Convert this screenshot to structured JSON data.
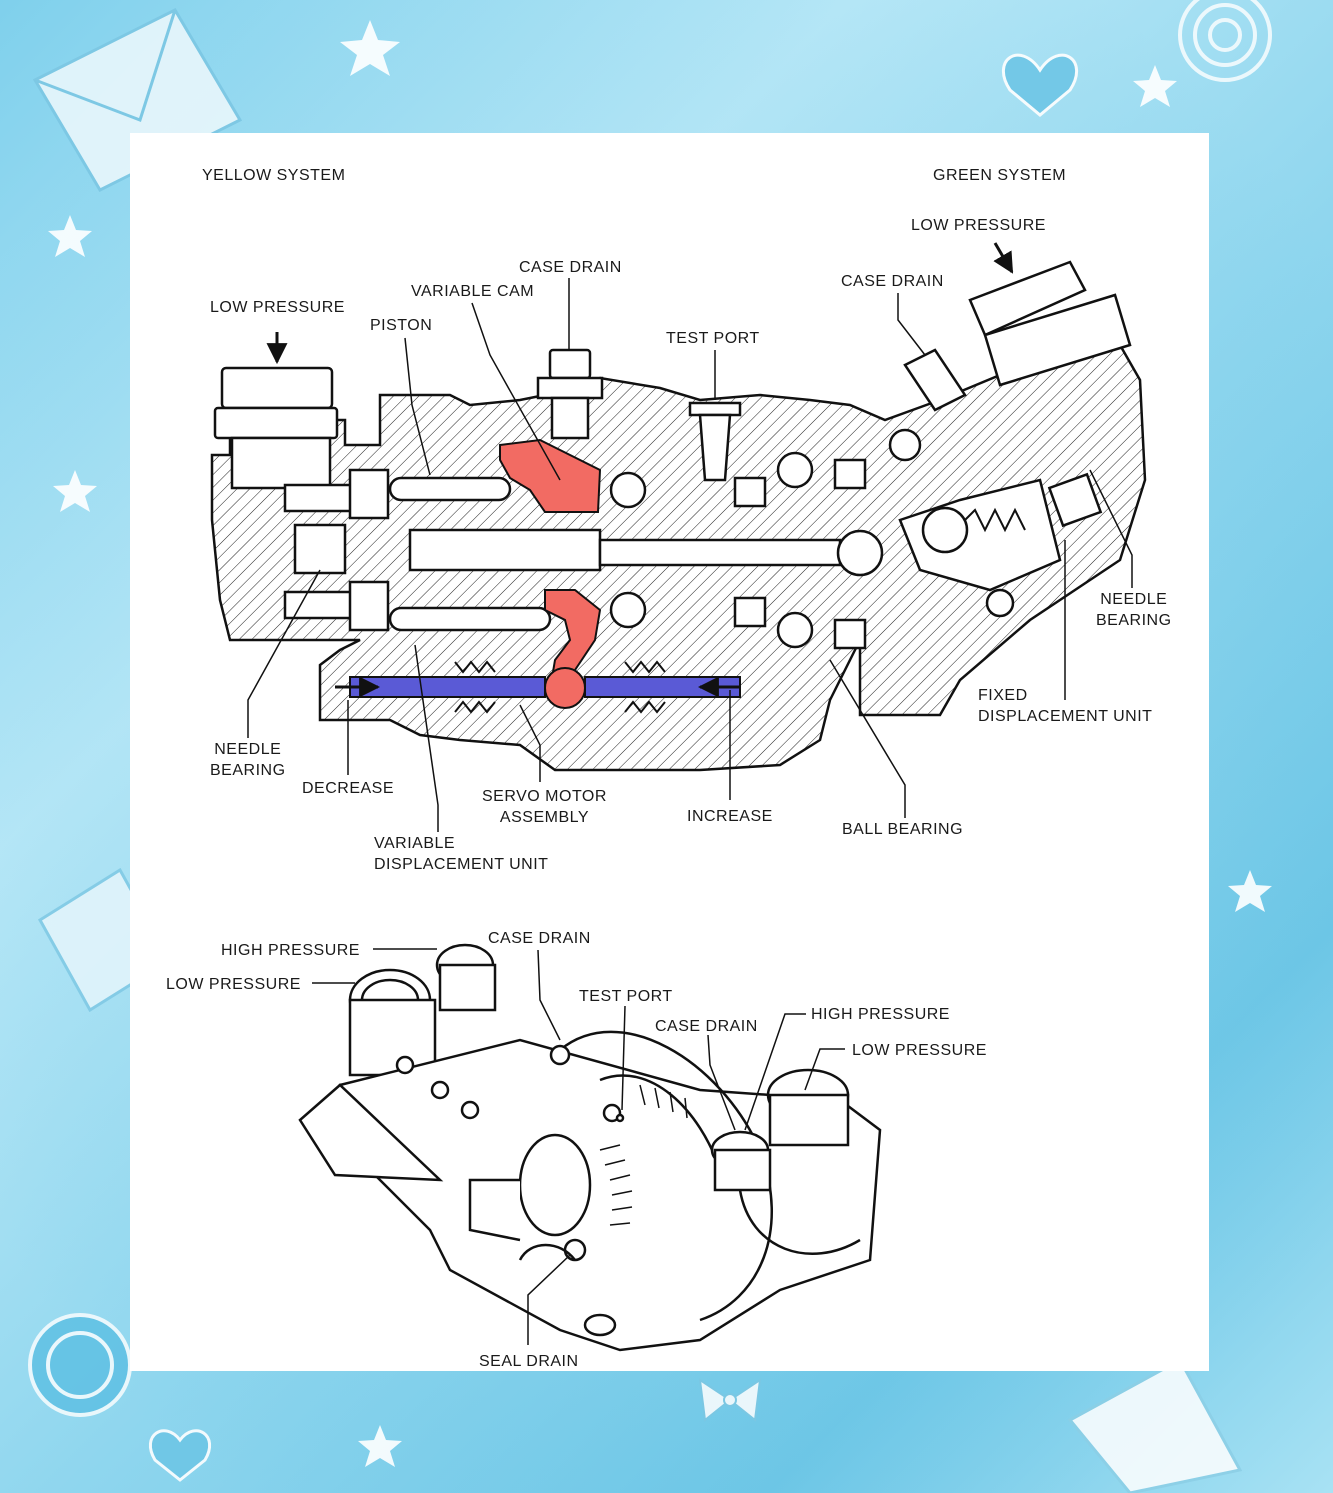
{
  "colors": {
    "frame_light": "#b9e8f7",
    "frame_dark": "#5bbfe3",
    "highlight_red": "#f26b63",
    "highlight_blue": "#5a5ad6",
    "ink": "#1a1a1a"
  },
  "labels": {
    "yellow_system": "YELLOW SYSTEM",
    "green_system": "GREEN SYSTEM",
    "low_pressure_left": "LOW PRESSURE",
    "low_pressure_right": "LOW PRESSURE",
    "piston": "PISTON",
    "variable_cam": "VARIABLE CAM",
    "case_drain_top": "CASE DRAIN",
    "test_port_top": "TEST PORT",
    "case_drain_right": "CASE DRAIN",
    "needle_bearing_right": "NEEDLE\nBEARING",
    "fixed_displacement_unit": "FIXED\nDISPLACEMENT UNIT",
    "ball_bearing": "BALL BEARING",
    "increase": "INCREASE",
    "servo_motor_assembly": "SERVO MOTOR\nASSEMBLY",
    "variable_displacement_unit": "VARIABLE\nDISPLACEMENT UNIT",
    "decrease": "DECREASE",
    "needle_bearing_left": "NEEDLE\nBEARING"
  },
  "labels_3d": {
    "high_pressure_left": "HIGH PRESSURE",
    "low_pressure_left": "LOW PRESSURE",
    "case_drain_1": "CASE DRAIN",
    "test_port": "TEST PORT",
    "case_drain_2": "CASE DRAIN",
    "high_pressure_right": "HIGH PRESSURE",
    "low_pressure_right": "LOW PRESSURE",
    "seal_drain": "SEAL DRAIN"
  },
  "icons": [
    "envelope-icon",
    "star-icon",
    "heart-icon",
    "spiral-icon",
    "bow-icon"
  ]
}
